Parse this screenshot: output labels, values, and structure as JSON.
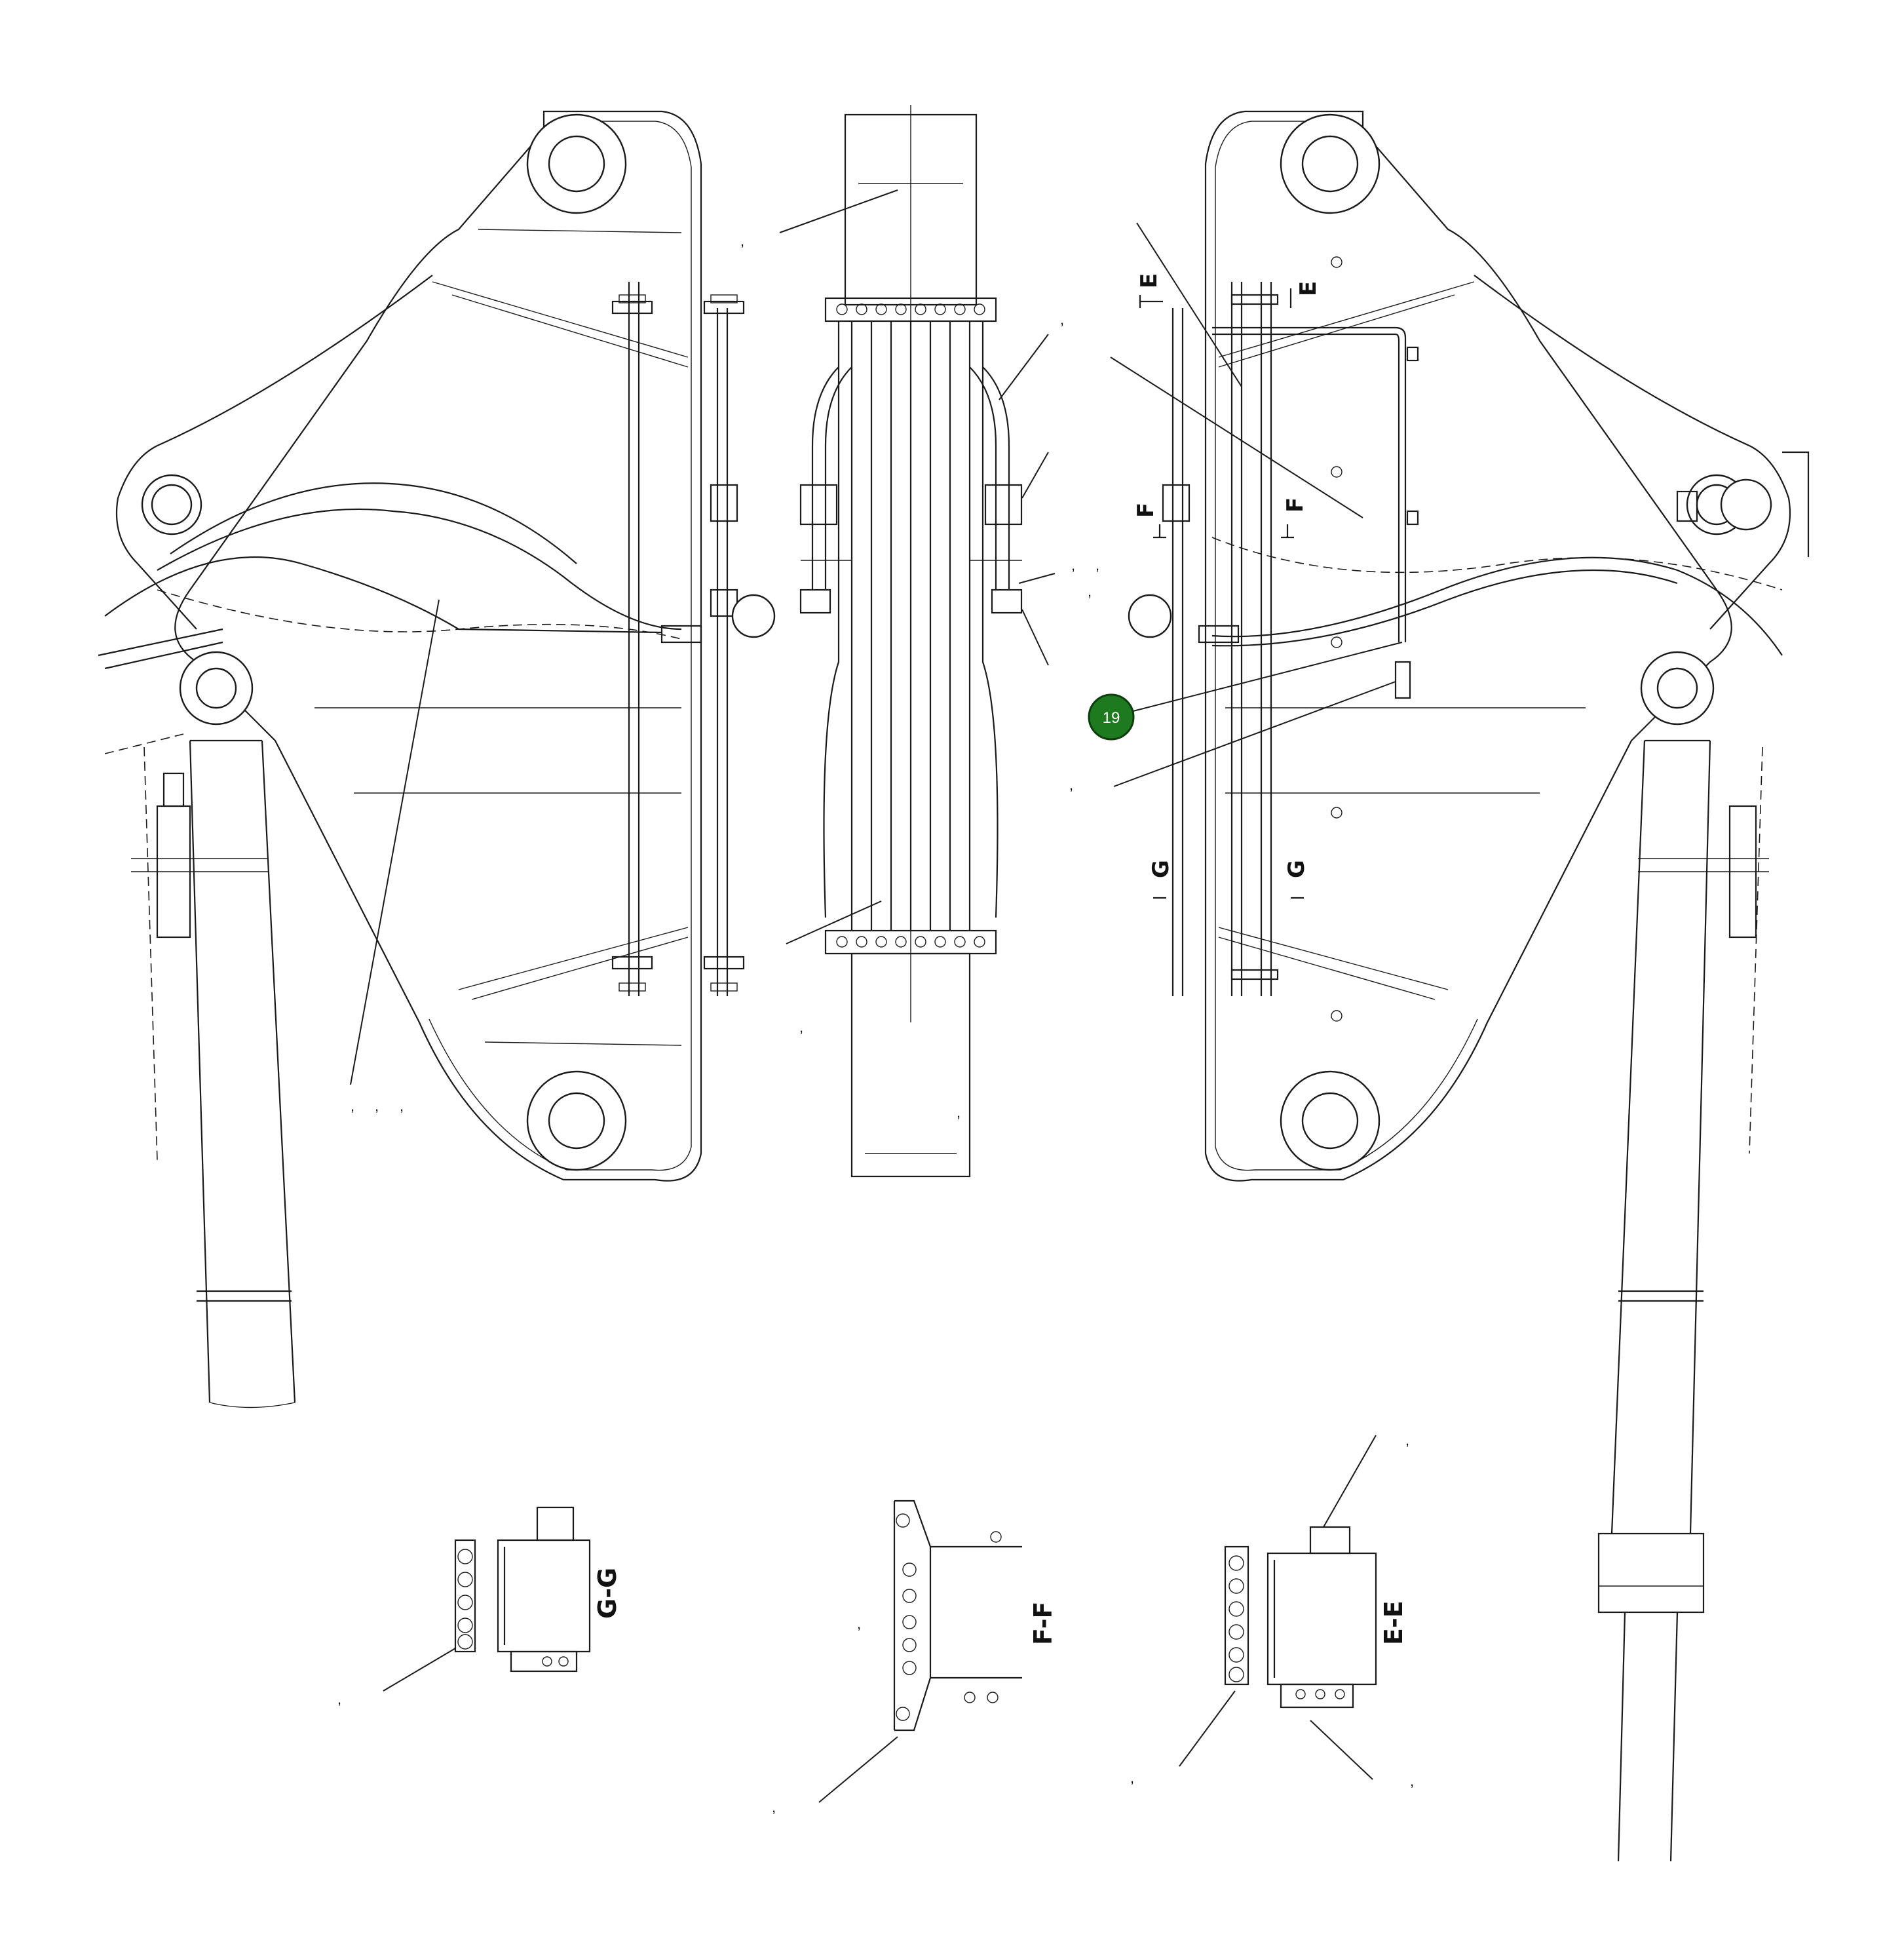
{
  "diagram": {
    "callout": {
      "label": "19",
      "color": "#1e7a1e"
    },
    "sections": {
      "e_left": "E",
      "e_right": "E",
      "f_left": "F",
      "f_right": "F",
      "g_left": "G",
      "g_right": "G",
      "view_gg": "G-G",
      "view_ff": "F-F",
      "view_ee": "E-E"
    },
    "ref_marks": {
      "m1": ",",
      "m2": ",",
      "m3": ",",
      "m4": ",",
      "m5": ",",
      "m6": ",",
      "m7": ",",
      "m8": ",",
      "m9": ",",
      "m10": ",",
      "m11": ",",
      "m12": ",",
      "m13": ",",
      "m14": ",",
      "m15": ",",
      "m16": ",",
      "m17": ","
    }
  }
}
